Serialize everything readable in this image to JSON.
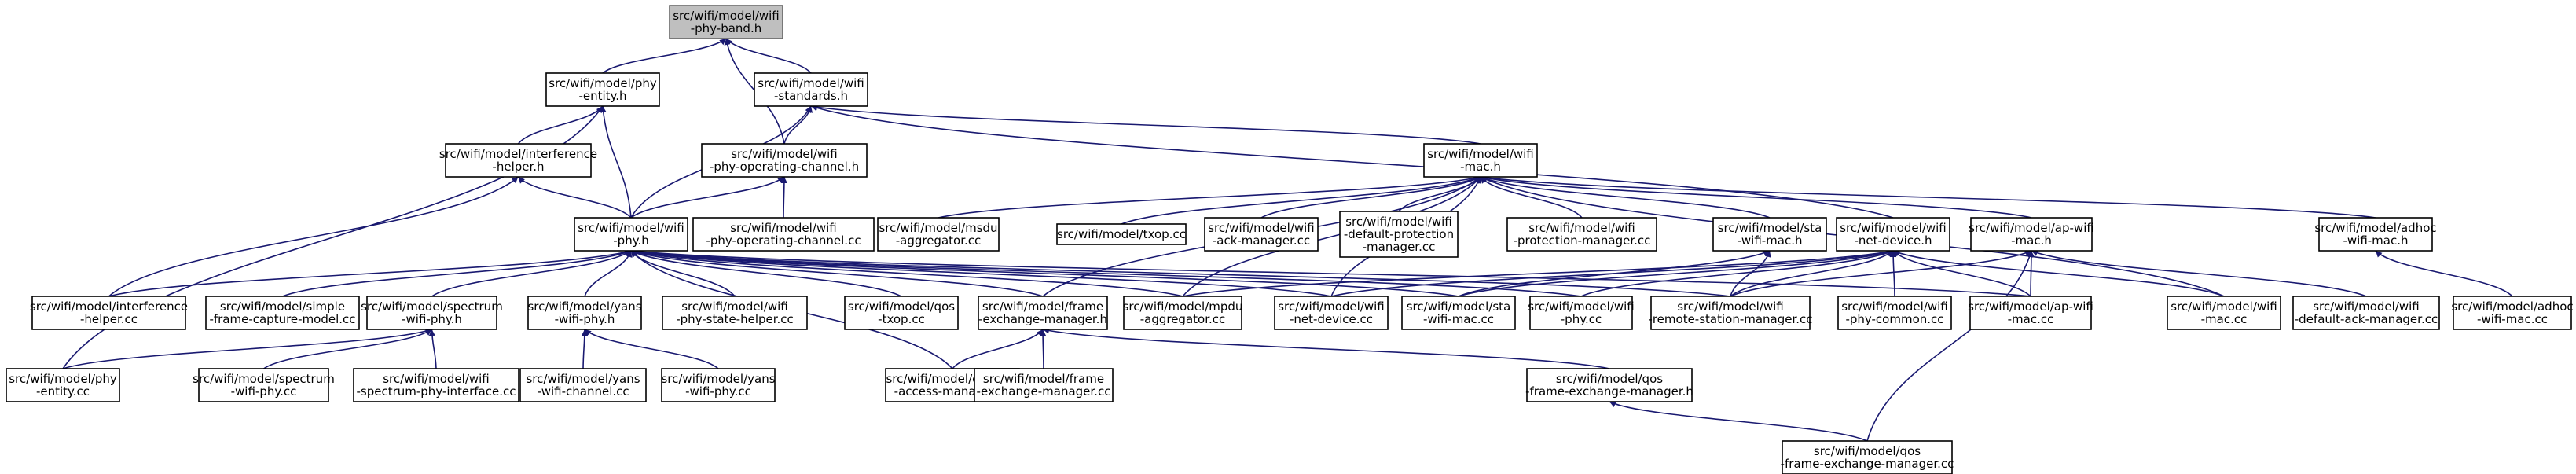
{
  "graph": {
    "edge_color": "#191970",
    "root_fill": "#bfbfbf",
    "nodes": [
      {
        "id": "wifi_phy_band_h",
        "lines": [
          "src/wifi/model/wifi",
          "-phy-band.h"
        ],
        "root": true
      },
      {
        "id": "phy_entity_h",
        "lines": [
          "src/wifi/model/phy",
          "-entity.h"
        ]
      },
      {
        "id": "wifi_standards_h",
        "lines": [
          "src/wifi/model/wifi",
          "-standards.h"
        ]
      },
      {
        "id": "interference_helper_h",
        "lines": [
          "src/wifi/model/interference",
          "-helper.h"
        ]
      },
      {
        "id": "wifi_phy_operating_channel_h",
        "lines": [
          "src/wifi/model/wifi",
          "-phy-operating-channel.h"
        ]
      },
      {
        "id": "wifi_mac_h",
        "lines": [
          "src/wifi/model/wifi",
          "-mac.h"
        ]
      },
      {
        "id": "wifi_phy_h",
        "lines": [
          "src/wifi/model/wifi",
          "-phy.h"
        ]
      },
      {
        "id": "wifi_phy_operating_channel_cc",
        "lines": [
          "src/wifi/model/wifi",
          "-phy-operating-channel.cc"
        ]
      },
      {
        "id": "msdu_aggregator_cc",
        "lines": [
          "src/wifi/model/msdu",
          "-aggregator.cc"
        ]
      },
      {
        "id": "txop_cc",
        "lines": [
          "src/wifi/model/txop.cc"
        ]
      },
      {
        "id": "wifi_ack_manager_cc",
        "lines": [
          "src/wifi/model/wifi",
          "-ack-manager.cc"
        ]
      },
      {
        "id": "wifi_default_protection_manager_cc",
        "lines": [
          "src/wifi/model/wifi",
          "-default-protection",
          "-manager.cc"
        ]
      },
      {
        "id": "wifi_protection_manager_cc",
        "lines": [
          "src/wifi/model/wifi",
          "-protection-manager.cc"
        ]
      },
      {
        "id": "sta_wifi_mac_h",
        "lines": [
          "src/wifi/model/sta",
          "-wifi-mac.h"
        ]
      },
      {
        "id": "wifi_net_device_h",
        "lines": [
          "src/wifi/model/wifi",
          "-net-device.h"
        ]
      },
      {
        "id": "ap_wifi_mac_h",
        "lines": [
          "src/wifi/model/ap-wifi",
          "-mac.h"
        ]
      },
      {
        "id": "adhoc_wifi_mac_h",
        "lines": [
          "src/wifi/model/adhoc",
          "-wifi-mac.h"
        ]
      },
      {
        "id": "interference_helper_cc",
        "lines": [
          "src/wifi/model/interference",
          "-helper.cc"
        ]
      },
      {
        "id": "simple_frame_capture_model_cc",
        "lines": [
          "src/wifi/model/simple",
          "-frame-capture-model.cc"
        ]
      },
      {
        "id": "spectrum_wifi_phy_h",
        "lines": [
          "src/wifi/model/spectrum",
          "-wifi-phy.h"
        ]
      },
      {
        "id": "yans_wifi_phy_h",
        "lines": [
          "src/wifi/model/yans",
          "-wifi-phy.h"
        ]
      },
      {
        "id": "wifi_phy_state_helper_cc",
        "lines": [
          "src/wifi/model/wifi",
          "-phy-state-helper.cc"
        ]
      },
      {
        "id": "qos_txop_cc",
        "lines": [
          "src/wifi/model/qos",
          "-txop.cc"
        ]
      },
      {
        "id": "frame_exchange_manager_h",
        "lines": [
          "src/wifi/model/frame",
          "-exchange-manager.h"
        ]
      },
      {
        "id": "mpdu_aggregator_cc",
        "lines": [
          "src/wifi/model/mpdu",
          "-aggregator.cc"
        ]
      },
      {
        "id": "wifi_net_device_cc",
        "lines": [
          "src/wifi/model/wifi",
          "-net-device.cc"
        ]
      },
      {
        "id": "sta_wifi_mac_cc",
        "lines": [
          "src/wifi/model/sta",
          "-wifi-mac.cc"
        ]
      },
      {
        "id": "wifi_phy_cc",
        "lines": [
          "src/wifi/model/wifi",
          "-phy.cc"
        ]
      },
      {
        "id": "wifi_remote_station_manager_cc",
        "lines": [
          "src/wifi/model/wifi",
          "-remote-station-manager.cc"
        ]
      },
      {
        "id": "wifi_phy_common_cc",
        "lines": [
          "src/wifi/model/wifi",
          "-phy-common.cc"
        ]
      },
      {
        "id": "ap_wifi_mac_cc",
        "lines": [
          "src/wifi/model/ap-wifi",
          "-mac.cc"
        ]
      },
      {
        "id": "wifi_mac_cc",
        "lines": [
          "src/wifi/model/wifi",
          "-mac.cc"
        ]
      },
      {
        "id": "wifi_default_ack_manager_cc",
        "lines": [
          "src/wifi/model/wifi",
          "-default-ack-manager.cc"
        ]
      },
      {
        "id": "adhoc_wifi_mac_cc",
        "lines": [
          "src/wifi/model/adhoc",
          "-wifi-mac.cc"
        ]
      },
      {
        "id": "phy_entity_cc",
        "lines": [
          "src/wifi/model/phy",
          "-entity.cc"
        ]
      },
      {
        "id": "spectrum_wifi_phy_cc",
        "lines": [
          "src/wifi/model/spectrum",
          "-wifi-phy.cc"
        ]
      },
      {
        "id": "wifi_spectrum_phy_interface_cc",
        "lines": [
          "src/wifi/model/wifi",
          "-spectrum-phy-interface.cc"
        ]
      },
      {
        "id": "yans_wifi_channel_cc",
        "lines": [
          "src/wifi/model/yans",
          "-wifi-channel.cc"
        ]
      },
      {
        "id": "yans_wifi_phy_cc",
        "lines": [
          "src/wifi/model/yans",
          "-wifi-phy.cc"
        ]
      },
      {
        "id": "channel_access_manager_cc",
        "lines": [
          "src/wifi/model/channel",
          "-access-manager.cc"
        ]
      },
      {
        "id": "frame_exchange_manager_cc",
        "lines": [
          "src/wifi/model/frame",
          "-exchange-manager.cc"
        ]
      },
      {
        "id": "qos_frame_exchange_manager_h",
        "lines": [
          "src/wifi/model/qos",
          "-frame-exchange-manager.h"
        ]
      },
      {
        "id": "qos_frame_exchange_manager_cc",
        "lines": [
          "src/wifi/model/qos",
          "-frame-exchange-manager.cc"
        ]
      }
    ],
    "edges": [
      [
        "phy_entity_h",
        "wifi_phy_band_h"
      ],
      [
        "wifi_standards_h",
        "wifi_phy_band_h"
      ],
      [
        "wifi_phy_operating_channel_h",
        "wifi_phy_band_h"
      ],
      [
        "interference_helper_h",
        "phy_entity_h"
      ],
      [
        "wifi_phy_h",
        "phy_entity_h"
      ],
      [
        "phy_entity_cc",
        "phy_entity_h"
      ],
      [
        "wifi_phy_operating_channel_h",
        "wifi_standards_h"
      ],
      [
        "wifi_phy_h",
        "wifi_standards_h"
      ],
      [
        "wifi_mac_h",
        "wifi_standards_h"
      ],
      [
        "wifi_net_device_h",
        "wifi_standards_h"
      ],
      [
        "wifi_phy_h",
        "interference_helper_h"
      ],
      [
        "interference_helper_cc",
        "interference_helper_h"
      ],
      [
        "wifi_phy_h",
        "wifi_phy_operating_channel_h"
      ],
      [
        "wifi_phy_operating_channel_cc",
        "wifi_phy_operating_channel_h"
      ],
      [
        "interference_helper_cc",
        "wifi_phy_h"
      ],
      [
        "simple_frame_capture_model_cc",
        "wifi_phy_h"
      ],
      [
        "spectrum_wifi_phy_h",
        "wifi_phy_h"
      ],
      [
        "yans_wifi_phy_h",
        "wifi_phy_h"
      ],
      [
        "wifi_phy_state_helper_cc",
        "wifi_phy_h"
      ],
      [
        "qos_txop_cc",
        "wifi_phy_h"
      ],
      [
        "channel_access_manager_cc",
        "wifi_phy_h"
      ],
      [
        "frame_exchange_manager_h",
        "wifi_phy_h"
      ],
      [
        "mpdu_aggregator_cc",
        "wifi_phy_h"
      ],
      [
        "wifi_net_device_cc",
        "wifi_phy_h"
      ],
      [
        "sta_wifi_mac_cc",
        "wifi_phy_h"
      ],
      [
        "wifi_phy_cc",
        "wifi_phy_h"
      ],
      [
        "wifi_remote_station_manager_cc",
        "wifi_phy_h"
      ],
      [
        "ap_wifi_mac_cc",
        "wifi_phy_h"
      ],
      [
        "msdu_aggregator_cc",
        "wifi_mac_h"
      ],
      [
        "txop_cc",
        "wifi_mac_h"
      ],
      [
        "wifi_ack_manager_cc",
        "wifi_mac_h"
      ],
      [
        "wifi_default_protection_manager_cc",
        "wifi_mac_h"
      ],
      [
        "wifi_protection_manager_cc",
        "wifi_mac_h"
      ],
      [
        "sta_wifi_mac_h",
        "wifi_mac_h"
      ],
      [
        "ap_wifi_mac_h",
        "wifi_mac_h"
      ],
      [
        "adhoc_wifi_mac_h",
        "wifi_mac_h"
      ],
      [
        "frame_exchange_manager_h",
        "wifi_mac_h"
      ],
      [
        "mpdu_aggregator_cc",
        "wifi_mac_h"
      ],
      [
        "wifi_net_device_cc",
        "wifi_mac_h"
      ],
      [
        "wifi_mac_cc",
        "wifi_mac_h"
      ],
      [
        "sta_wifi_mac_cc",
        "sta_wifi_mac_h"
      ],
      [
        "wifi_remote_station_manager_cc",
        "sta_wifi_mac_h"
      ],
      [
        "mpdu_aggregator_cc",
        "wifi_net_device_h"
      ],
      [
        "wifi_net_device_cc",
        "wifi_net_device_h"
      ],
      [
        "sta_wifi_mac_cc",
        "wifi_net_device_h"
      ],
      [
        "wifi_phy_cc",
        "wifi_net_device_h"
      ],
      [
        "wifi_remote_station_manager_cc",
        "wifi_net_device_h"
      ],
      [
        "wifi_phy_common_cc",
        "wifi_net_device_h"
      ],
      [
        "ap_wifi_mac_cc",
        "wifi_net_device_h"
      ],
      [
        "wifi_mac_cc",
        "wifi_net_device_h"
      ],
      [
        "wifi_remote_station_manager_cc",
        "ap_wifi_mac_h"
      ],
      [
        "ap_wifi_mac_cc",
        "ap_wifi_mac_h"
      ],
      [
        "wifi_default_ack_manager_cc",
        "ap_wifi_mac_h"
      ],
      [
        "qos_frame_exchange_manager_cc",
        "ap_wifi_mac_h"
      ],
      [
        "adhoc_wifi_mac_cc",
        "adhoc_wifi_mac_h"
      ],
      [
        "phy_entity_cc",
        "spectrum_wifi_phy_h"
      ],
      [
        "spectrum_wifi_phy_cc",
        "spectrum_wifi_phy_h"
      ],
      [
        "wifi_spectrum_phy_interface_cc",
        "spectrum_wifi_phy_h"
      ],
      [
        "yans_wifi_channel_cc",
        "yans_wifi_phy_h"
      ],
      [
        "yans_wifi_phy_cc",
        "yans_wifi_phy_h"
      ],
      [
        "channel_access_manager_cc",
        "frame_exchange_manager_h"
      ],
      [
        "frame_exchange_manager_cc",
        "frame_exchange_manager_h"
      ],
      [
        "qos_frame_exchange_manager_h",
        "frame_exchange_manager_h"
      ],
      [
        "qos_frame_exchange_manager_cc",
        "qos_frame_exchange_manager_h"
      ]
    ]
  }
}
